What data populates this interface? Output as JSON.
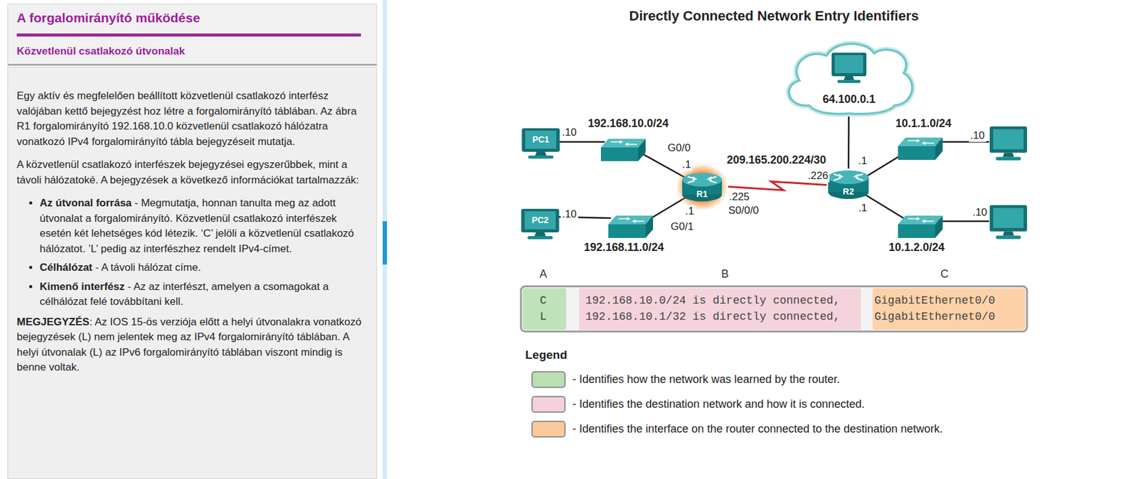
{
  "diagram": {
    "title": "Directly Connected Network Entry Identifiers",
    "nodes": [
      {
        "text": [
          "A forgalomirányító működése",
          "Közvetlenül csatlakozó útvonalak"
        ]
      },
      {
        "text": [
          "Egy aktív és megfelelően beállított közvetlenül csatlakozó interfész valójában kettő bejegyzést hoz létre a forgalomirányító táblában. Az ábra R1 forgalomirányító 192.168.10.0 közvetlenül csatlakozó hálózatra vonatkozó IPv4 forgalomirányító tábla bejegyzéseit mutatja.",
          "A közvetlenül csatlakozó interfészek bejegyzései egyszerűbbek, mint a távoli hálózatoké. A bejegyzések a következő információkat tartalmazzák:",
          "Az útvonal forrása",
          "- Megmutatja, honnan tanulta meg az adott útvonalat a forgalomirányító. Közvetlenül csatlakozó interfészek esetén két lehetséges kód létezik. ‘C’ jelöli a közvetlenül csatlakozó hálózatot. ’L’ pedig az interfészhez rendelt IPv4-címet.",
          "Célhálózat",
          "- A távoli hálózat címe.",
          "Kimenő interfész",
          "- Az az interfészt, amelyen a csomagokat a célhálózat felé továbbítani kell.",
          "MEGJEGYZÉS",
          ": Az IOS 15-ös verziója előtt a helyi útvonalakra vonatkozó bejegyzések (L) nem jelentek meg az IPv4 forgalomirányító táblában. A helyi útvonalak (L) az IPv6 forgalomirányító táblában viszont mindig is benne voltak."
        ]
      },
      {
        "text": [
          "64.100.0.1"
        ]
      },
      {
        "text": [
          "PC1"
        ]
      },
      {
        "text": [
          "R1"
        ]
      },
      {
        "text": [
          "R2"
        ]
      },
      {
        "text": [
          "PC2"
        ]
      }
    ],
    "edges": [
      {
        "from": 4,
        "to": 5,
        "arrow": "none"
      },
      {
        "from": 5,
        "to": 2,
        "arrow": "none"
      }
    ],
    "labels": [
      "192.168.10.0/24",
      ".10",
      "G0/0",
      ".1",
      "209.165.200.224/30",
      ".226",
      ".225",
      "S0/0/0",
      ".1",
      "G0/1",
      "192.168.11.0/24",
      ".10",
      ".1",
      ".1",
      "10.1.1.0/24",
      ".10",
      "10.1.2.0/24",
      ".10",
      "A",
      "B",
      "C",
      "C",
      "L",
      "192.168.10.0/24 is directly connected,",
      "192.168.10.1/32 is directly connected,",
      "GigabitEthernet0/0",
      "GigabitEthernet0/0",
      "Legend"
    ],
    "legend": [
      {
        "text": "- Identifies how the network was learned by the router.",
        "color": "#b9dfb3"
      },
      {
        "text": "- Identifies the destination network and how it is connected.",
        "color": "#f5d0da"
      },
      {
        "text": "- Identifies the interface on the router connected to the destination network.",
        "color": "#fbc99a"
      }
    ]
  }
}
